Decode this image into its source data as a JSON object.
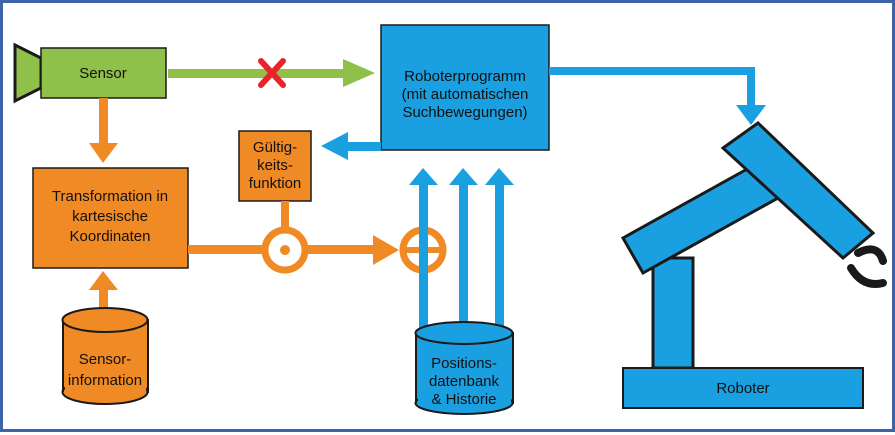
{
  "nodes": {
    "sensor": "Sensor",
    "robot_program": [
      "Roboterprogramm",
      "(mit automatischen",
      "Suchbewegungen)"
    ],
    "validity": [
      "Gültig-",
      "keits-",
      "funktion"
    ],
    "transformation": [
      "Transformation in",
      "kartesische",
      "Koordinaten"
    ],
    "sensor_info": [
      "Sensor-",
      "information"
    ],
    "position_db": [
      "Positions-",
      "datenbank",
      "& Historie"
    ],
    "robot": "Roboter"
  },
  "colors": {
    "orange": "#f08a24",
    "blue": "#1aa0e0",
    "green": "#8fc04a",
    "red": "#e8232a",
    "frame": "#3d63a8",
    "dark": "#1a1a1a"
  }
}
